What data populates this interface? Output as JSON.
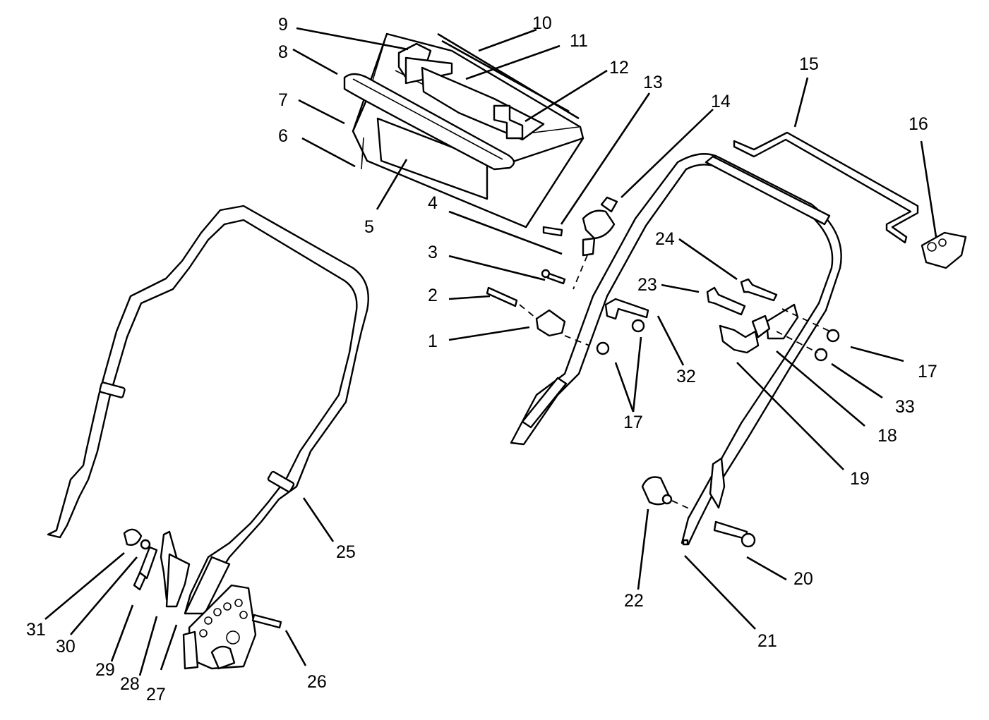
{
  "callouts": [
    {
      "id": "1",
      "label": "1"
    },
    {
      "id": "2",
      "label": "2"
    },
    {
      "id": "3",
      "label": "3"
    },
    {
      "id": "4",
      "label": "4"
    },
    {
      "id": "5",
      "label": "5"
    },
    {
      "id": "6",
      "label": "6"
    },
    {
      "id": "7",
      "label": "7"
    },
    {
      "id": "8",
      "label": "8"
    },
    {
      "id": "9",
      "label": "9"
    },
    {
      "id": "10",
      "label": "10"
    },
    {
      "id": "11",
      "label": "11"
    },
    {
      "id": "12",
      "label": "12"
    },
    {
      "id": "13",
      "label": "13"
    },
    {
      "id": "14",
      "label": "14"
    },
    {
      "id": "15",
      "label": "15"
    },
    {
      "id": "16",
      "label": "16"
    },
    {
      "id": "17a",
      "label": "17"
    },
    {
      "id": "17b",
      "label": "17"
    },
    {
      "id": "18",
      "label": "18"
    },
    {
      "id": "19",
      "label": "19"
    },
    {
      "id": "20",
      "label": "20"
    },
    {
      "id": "21",
      "label": "21"
    },
    {
      "id": "22",
      "label": "22"
    },
    {
      "id": "23",
      "label": "23"
    },
    {
      "id": "24",
      "label": "24"
    },
    {
      "id": "25",
      "label": "25"
    },
    {
      "id": "26",
      "label": "26"
    },
    {
      "id": "27",
      "label": "27"
    },
    {
      "id": "28",
      "label": "28"
    },
    {
      "id": "29",
      "label": "29"
    },
    {
      "id": "30",
      "label": "30"
    },
    {
      "id": "31",
      "label": "31"
    },
    {
      "id": "32",
      "label": "32"
    },
    {
      "id": "33",
      "label": "33"
    }
  ],
  "colors": {
    "ink": "#000000",
    "paper": "#ffffff"
  }
}
